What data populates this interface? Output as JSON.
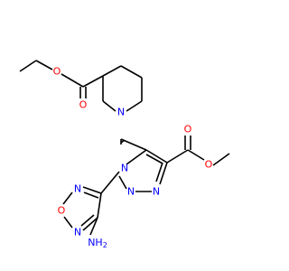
{
  "molecule": {
    "colors": {
      "bond": "#000000",
      "oxygen": "#ff0000",
      "nitrogen": "#0000ff",
      "background": "#ffffff"
    },
    "atom_labels": {
      "o_ester_top_carbonyl": "O",
      "o_ester_top_single": "O",
      "n_piperidine": "N",
      "o_ester_right_carbonyl": "O",
      "o_ester_right_single": "O",
      "n_triazole_1": "N",
      "n_triazole_2": "N",
      "n_triazole_3": "N",
      "n_oxadiazole_a": "N",
      "o_oxadiazole": "O",
      "n_oxadiazole_b": "N",
      "nh2_n": "NH",
      "nh2_sub": "2"
    }
  }
}
